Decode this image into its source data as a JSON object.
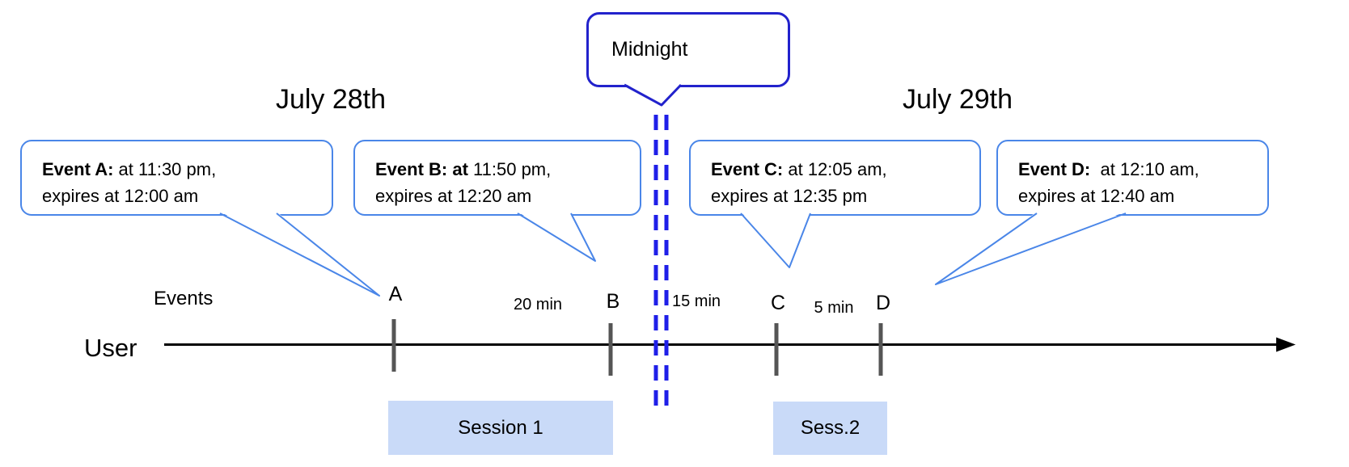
{
  "titles": {
    "left": "July 28th",
    "right": "July 29th"
  },
  "midnight": {
    "label": "Midnight"
  },
  "axis": {
    "events_label": "Events",
    "user_label": "User"
  },
  "events": [
    {
      "tick_label": "A",
      "bold": "Event A:",
      "rest": " at 11:30 pm,",
      "line2": "expires at 12:00 am"
    },
    {
      "tick_label": "B",
      "bold": "Event B: at",
      "rest": " 11:50 pm,",
      "line2": "expires at 12:20 am"
    },
    {
      "tick_label": "C",
      "bold": "Event C:",
      "rest": " at 12:05 am,",
      "line2": "expires at 12:35 pm"
    },
    {
      "tick_label": "D",
      "bold": "Event D:",
      "rest": "  at 12:10 am,",
      "line2": "expires at 12:40 am"
    }
  ],
  "intervals": [
    {
      "label": "20 min"
    },
    {
      "label": "15 min"
    },
    {
      "label": "5 min"
    }
  ],
  "sessions": [
    {
      "label": "Session 1"
    },
    {
      "label": "Sess.2"
    }
  ],
  "colors": {
    "callout_border": "#4a86e8",
    "midnight_border": "#2222cc",
    "dashed_line": "#1f1fe8",
    "session_fill": "#c9daf8",
    "tick": "#555555",
    "timeline": "#000000"
  }
}
